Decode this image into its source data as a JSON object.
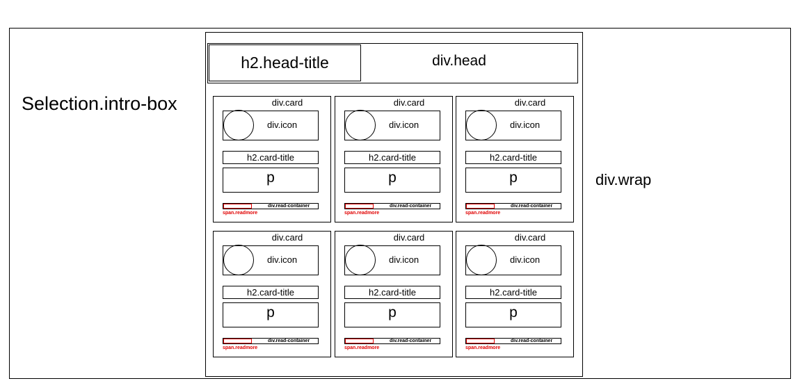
{
  "section_label": "Selection.intro-box",
  "wrap_label": "div.wrap",
  "head": {
    "title": "h2.head-title",
    "label": "div.head"
  },
  "card_template": {
    "card_label": "div.card",
    "icon_label": "div.icon",
    "title_label": "h2.card-title",
    "paragraph_label": "p",
    "read_container_label": "div.read-container",
    "readmore_label": "span.readmore"
  },
  "cards": [
    {
      "card_label": "div.card",
      "icon_label": "div.icon",
      "title_label": "h2.card-title",
      "paragraph_label": "p",
      "read_container_label": "div.read-container",
      "readmore_label": "span.readmore"
    },
    {
      "card_label": "div.card",
      "icon_label": "div.icon",
      "title_label": "h2.card-title",
      "paragraph_label": "p",
      "read_container_label": "div.read-container",
      "readmore_label": "span.readmore"
    },
    {
      "card_label": "div.card",
      "icon_label": "div.icon",
      "title_label": "h2.card-title",
      "paragraph_label": "p",
      "read_container_label": "div.read-container",
      "readmore_label": "span.readmore"
    },
    {
      "card_label": "div.card",
      "icon_label": "div.icon",
      "title_label": "h2.card-title",
      "paragraph_label": "p",
      "read_container_label": "div.read-container",
      "readmore_label": "span.readmore"
    },
    {
      "card_label": "div.card",
      "icon_label": "div.icon",
      "title_label": "h2.card-title",
      "paragraph_label": "p",
      "read_container_label": "div.read-container",
      "readmore_label": "span.readmore"
    },
    {
      "card_label": "div.card",
      "icon_label": "div.icon",
      "title_label": "h2.card-title",
      "paragraph_label": "p",
      "read_container_label": "div.read-container",
      "readmore_label": "span.readmore"
    }
  ],
  "colors": {
    "outline": "#000000",
    "readmore": "#e00000",
    "background": "#ffffff"
  }
}
